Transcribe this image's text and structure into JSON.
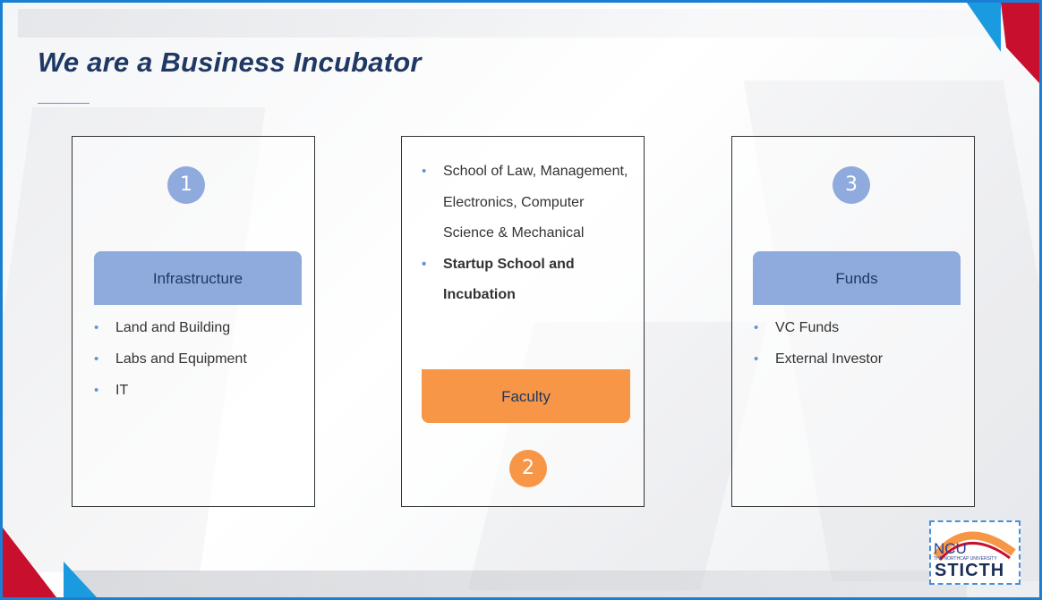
{
  "slide": {
    "title": "We are a Business Incubator"
  },
  "cards": {
    "infrastructure": {
      "number": "1",
      "heading": "Infrastructure",
      "items": [
        "Land and Building",
        "Labs and Equipment",
        "IT"
      ]
    },
    "faculty": {
      "number": "2",
      "heading": "Faculty",
      "items": [
        {
          "text": "School of Law, Management, Electronics, Computer Science & Mechanical",
          "bold": false
        },
        {
          "text": "Startup School and Incubation",
          "bold": true
        }
      ]
    },
    "funds": {
      "number": "3",
      "heading": "Funds",
      "items": [
        "VC Funds",
        "External Investor"
      ]
    }
  },
  "logo": {
    "top_text": "NCU",
    "subtitle": "THE NORTHCAP UNIVERSITY",
    "bottom_text": "STICTH"
  },
  "colors": {
    "title": "#1f3864",
    "blue_accent": "#8faadc",
    "orange_accent": "#f79646",
    "frame": "#1a7fd4",
    "corner_red": "#c8102e",
    "corner_blue": "#1a9be0"
  }
}
